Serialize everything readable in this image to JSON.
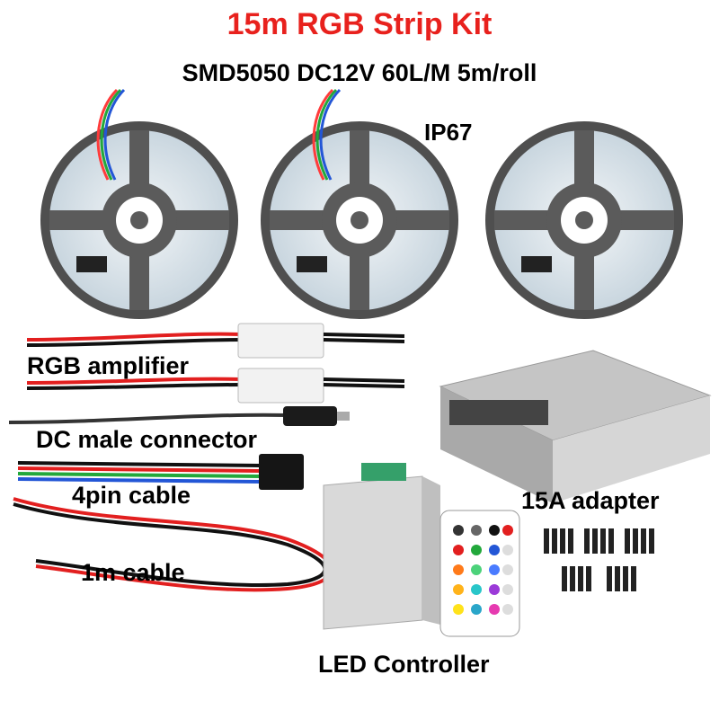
{
  "header": {
    "title": "15m RGB Strip Kit",
    "subtitle": "SMD5050 DC12V 60L/M 5m/roll",
    "rating": "IP67"
  },
  "components": {
    "amplifier": "RGB amplifier",
    "dc_connector": "DC male connector",
    "four_pin_cable": "4pin cable",
    "one_m_cable": "1m cable",
    "adapter": "15A adapter",
    "controller": "LED Controller"
  },
  "colors": {
    "title": "#e8211d",
    "reel": "#5b5b5b",
    "strip": "#dde8ef"
  }
}
